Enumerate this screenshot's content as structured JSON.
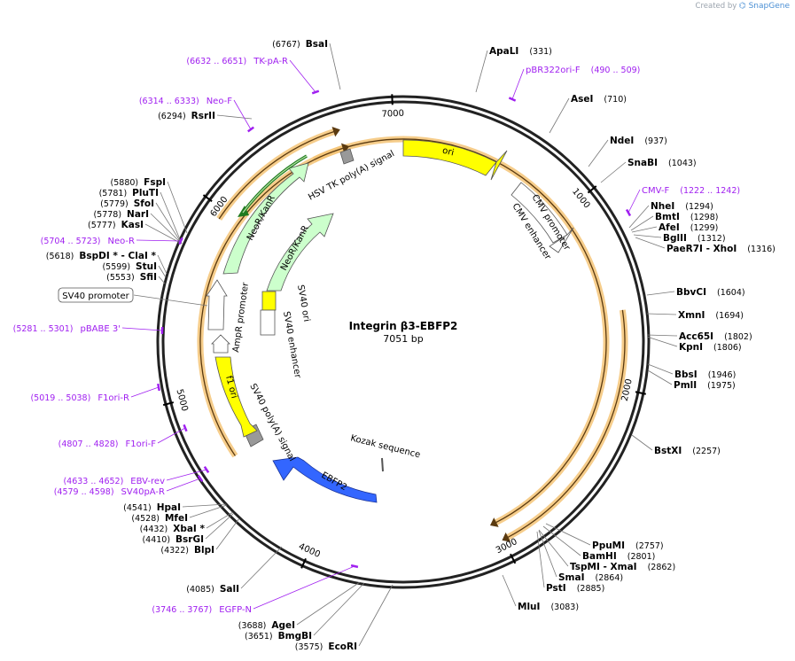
{
  "credit": {
    "prefix": "Created by",
    "brand": "SnapGene"
  },
  "map": {
    "name": "Integrin β3-EBFP2",
    "size_label": "7051 bp",
    "length_bp": 7051
  },
  "ticks": [
    "1000",
    "2000",
    "3000",
    "4000",
    "5000",
    "6000",
    "7000"
  ],
  "enzymes": [
    {
      "name": "ApaLI",
      "pos": "(331)",
      "bp": 331
    },
    {
      "name": "AseI",
      "pos": "(710)",
      "bp": 710
    },
    {
      "name": "NdeI",
      "pos": "(937)",
      "bp": 937
    },
    {
      "name": "SnaBI",
      "pos": "(1043)",
      "bp": 1043
    },
    {
      "name": "NheI",
      "pos": "(1294)",
      "bp": 1294
    },
    {
      "name": "BmtI",
      "pos": "(1298)",
      "bp": 1298
    },
    {
      "name": "AfeI",
      "pos": "(1299)",
      "bp": 1299
    },
    {
      "name": "BglII",
      "pos": "(1312)",
      "bp": 1312
    },
    {
      "name": "PaeR7I - XhoI",
      "pos": "(1316)",
      "bp": 1316
    },
    {
      "name": "BbvCI",
      "pos": "(1604)",
      "bp": 1604
    },
    {
      "name": "XmnI",
      "pos": "(1694)",
      "bp": 1694
    },
    {
      "name": "Acc65I",
      "pos": "(1802)",
      "bp": 1802
    },
    {
      "name": "KpnI",
      "pos": "(1806)",
      "bp": 1806
    },
    {
      "name": "BbsI",
      "pos": "(1946)",
      "bp": 1946
    },
    {
      "name": "PmlI",
      "pos": "(1975)",
      "bp": 1975
    },
    {
      "name": "BstXI",
      "pos": "(2257)",
      "bp": 2257
    },
    {
      "name": "PpuMI",
      "pos": "(2757)",
      "bp": 2757
    },
    {
      "name": "BamHI",
      "pos": "(2801)",
      "bp": 2801
    },
    {
      "name": "TspMI - XmaI",
      "pos": "(2862)",
      "bp": 2862
    },
    {
      "name": "SmaI",
      "pos": "(2864)",
      "bp": 2864
    },
    {
      "name": "PstI",
      "pos": "(2885)",
      "bp": 2885
    },
    {
      "name": "MluI",
      "pos": "(3083)",
      "bp": 3083
    },
    {
      "name": "EcoRI",
      "pos": "(3575)",
      "bp": 3575
    },
    {
      "name": "BmgBI",
      "pos": "(3651)",
      "bp": 3651
    },
    {
      "name": "AgeI",
      "pos": "(3688)",
      "bp": 3688
    },
    {
      "name": "SalI",
      "pos": "(4085)",
      "bp": 4085
    },
    {
      "name": "BlpI",
      "pos": "(4322)",
      "bp": 4322
    },
    {
      "name": "BsrGI",
      "pos": "(4410)",
      "bp": 4410
    },
    {
      "name": "XbaI *",
      "pos": "(4432)",
      "bp": 4432
    },
    {
      "name": "MfeI",
      "pos": "(4528)",
      "bp": 4528
    },
    {
      "name": "HpaI",
      "pos": "(4541)",
      "bp": 4541
    },
    {
      "name": "SfiI",
      "pos": "(5553)",
      "bp": 5553
    },
    {
      "name": "StuI",
      "pos": "(5599)",
      "bp": 5599
    },
    {
      "name": "BspDI * - ClaI *",
      "pos": "(5618)",
      "bp": 5618
    },
    {
      "name": "KasI",
      "pos": "(5777)",
      "bp": 5777
    },
    {
      "name": "NarI",
      "pos": "(5778)",
      "bp": 5778
    },
    {
      "name": "SfoI",
      "pos": "(5779)",
      "bp": 5779
    },
    {
      "name": "PluTI",
      "pos": "(5781)",
      "bp": 5781
    },
    {
      "name": "FspI",
      "pos": "(5880)",
      "bp": 5880
    },
    {
      "name": "RsrII",
      "pos": "(6294)",
      "bp": 6294
    },
    {
      "name": "BsaI",
      "pos": "(6767)",
      "bp": 6767
    }
  ],
  "primers": [
    {
      "name": "pBR322ori-F",
      "range": "(490 .. 509)",
      "bp": 500
    },
    {
      "name": "CMV-F",
      "range": "(1222 .. 1242)",
      "bp": 1232
    },
    {
      "name": "EGFP-N",
      "range": "(3746 .. 3767)",
      "bp": 3757
    },
    {
      "name": "SV40pA-R",
      "range": "(4579 .. 4598)",
      "bp": 4589
    },
    {
      "name": "EBV-rev",
      "range": "(4633 .. 4652)",
      "bp": 4643
    },
    {
      "name": "F1ori-F",
      "range": "(4807 .. 4828)",
      "bp": 4818
    },
    {
      "name": "F1ori-R",
      "range": "(5019 .. 5038)",
      "bp": 5029
    },
    {
      "name": "pBABE 3'",
      "range": "(5281 .. 5301)",
      "bp": 5291
    },
    {
      "name": "Neo-R",
      "range": "(5704 .. 5723)",
      "bp": 5714
    },
    {
      "name": "Neo-F",
      "range": "(6314 .. 6333)",
      "bp": 6324
    },
    {
      "name": "TK-pA-R",
      "range": "(6632 .. 6651)",
      "bp": 6642
    }
  ],
  "features": [
    {
      "name": "ori",
      "color": "#ffff00"
    },
    {
      "name": "CMV enhancer",
      "color": "#ffffff"
    },
    {
      "name": "CMV promoter",
      "color": "#ffffff"
    },
    {
      "name": "EBFP2",
      "color": "#3366ff"
    },
    {
      "name": "Kozak sequence",
      "color": "#ffffff"
    },
    {
      "name": "SV40 poly(A) signal",
      "color": "#999999"
    },
    {
      "name": "f1 ori",
      "color": "#ffff00"
    },
    {
      "name": "AmpR promoter",
      "color": "#ffffff"
    },
    {
      "name": "SV40 promoter",
      "color": "#ffffff"
    },
    {
      "name": "NeoR/KanR",
      "color": "#ccffcc"
    },
    {
      "name": "NeoR/KanR",
      "color": "#ccffcc"
    },
    {
      "name": "SV40 ori",
      "color": "#ffff00"
    },
    {
      "name": "SV40 enhancer",
      "color": "#ffffff"
    },
    {
      "name": "HSV TK poly(A) signal",
      "color": "#999999"
    }
  ],
  "colors": {
    "primer": "#a020f0",
    "highlight": "#f5c477",
    "ori": "#ffff00",
    "ebfp2": "#3366ff",
    "neo": "#ccffcc",
    "neo_thin": "#228b22",
    "polyA": "#999999",
    "backbone": "#222222"
  }
}
